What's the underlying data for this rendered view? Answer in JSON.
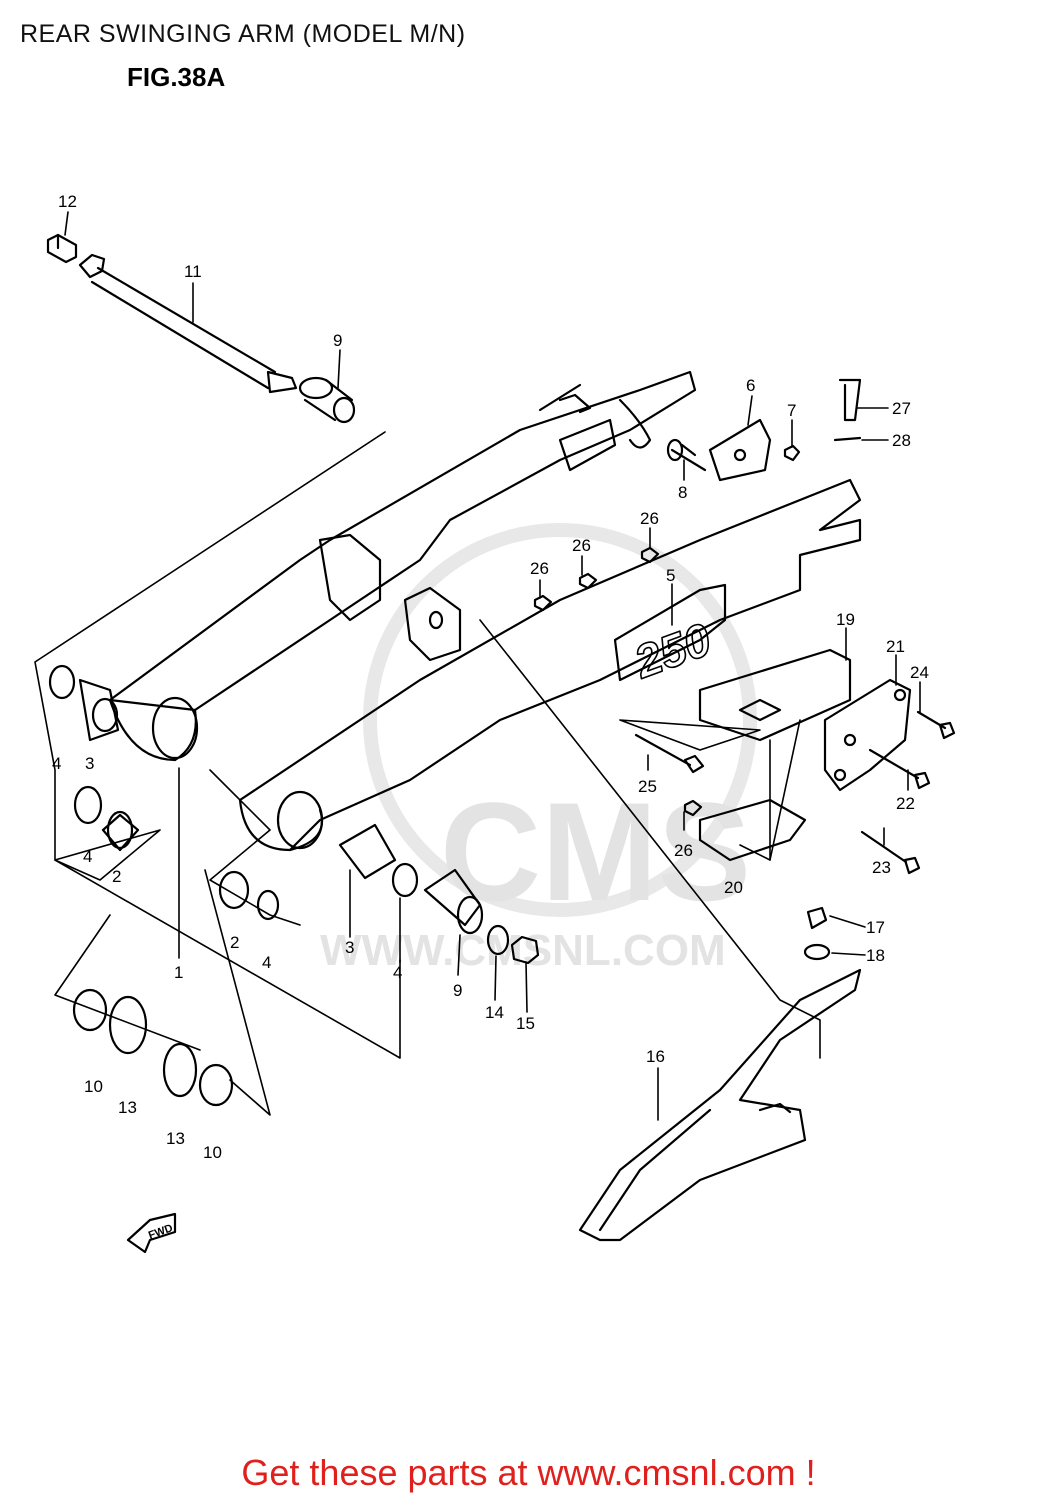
{
  "header": {
    "title": "REAR SWINGING ARM (MODEL M/N)",
    "figure": "FIG.38A"
  },
  "diagram": {
    "part_numbers": [
      "12",
      "11",
      "9",
      "6",
      "7",
      "27",
      "28",
      "8",
      "26",
      "26",
      "26",
      "5",
      "19",
      "21",
      "24",
      "4",
      "3",
      "1",
      "4",
      "2",
      "25",
      "22",
      "26",
      "23",
      "20",
      "2",
      "4",
      "3",
      "4",
      "9",
      "14",
      "15",
      "17",
      "18",
      "10",
      "13",
      "13",
      "10",
      "16"
    ],
    "fwd_label": "FWD",
    "model_badge": "250",
    "watermark_text": "CMS",
    "watermark_url": "WWW.CMSNL.COM"
  },
  "footer": {
    "cta": "Get these parts at www.cmsnl.com !"
  },
  "colors": {
    "footer": "#e0201c",
    "line": "#000000",
    "watermark": "#e3e3e3"
  }
}
